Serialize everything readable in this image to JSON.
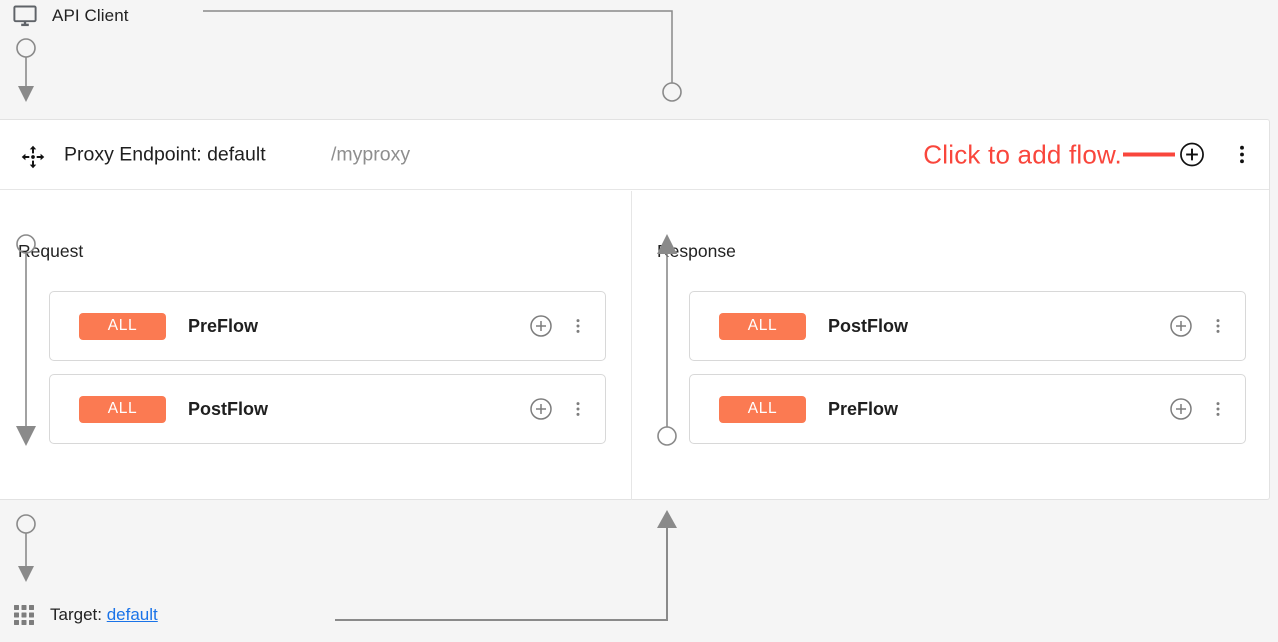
{
  "client": {
    "label": "API Client",
    "icon": "monitor-icon"
  },
  "proxy_endpoint": {
    "title": "Proxy Endpoint: default",
    "basepath": "/myproxy",
    "drag_icon": "move-icon",
    "add_flow_icon": "plus-circle-icon",
    "menu_icon": "kebab-menu-icon",
    "annotation": {
      "text": "Click to add flow.",
      "color": "#f9463c"
    }
  },
  "columns": [
    {
      "key": "request",
      "title": "Request",
      "direction": "down",
      "cards": [
        {
          "badge": "ALL",
          "name": "PreFlow",
          "badge_color": "#fb7a52"
        },
        {
          "badge": "ALL",
          "name": "PostFlow",
          "badge_color": "#fb7a52"
        }
      ]
    },
    {
      "key": "response",
      "title": "Response",
      "direction": "up",
      "cards": [
        {
          "badge": "ALL",
          "name": "PostFlow",
          "badge_color": "#fb7a52"
        },
        {
          "badge": "ALL",
          "name": "PreFlow",
          "badge_color": "#fb7a52"
        }
      ]
    }
  ],
  "target": {
    "label": "Target:",
    "name": "default",
    "icon": "grid-icon",
    "link_color": "#1a73e8"
  },
  "theme": {
    "page_background": "#f5f5f5",
    "panel_background": "#ffffff",
    "connector_color": "#8a8a8a",
    "border_color": "#e2e2e2"
  }
}
